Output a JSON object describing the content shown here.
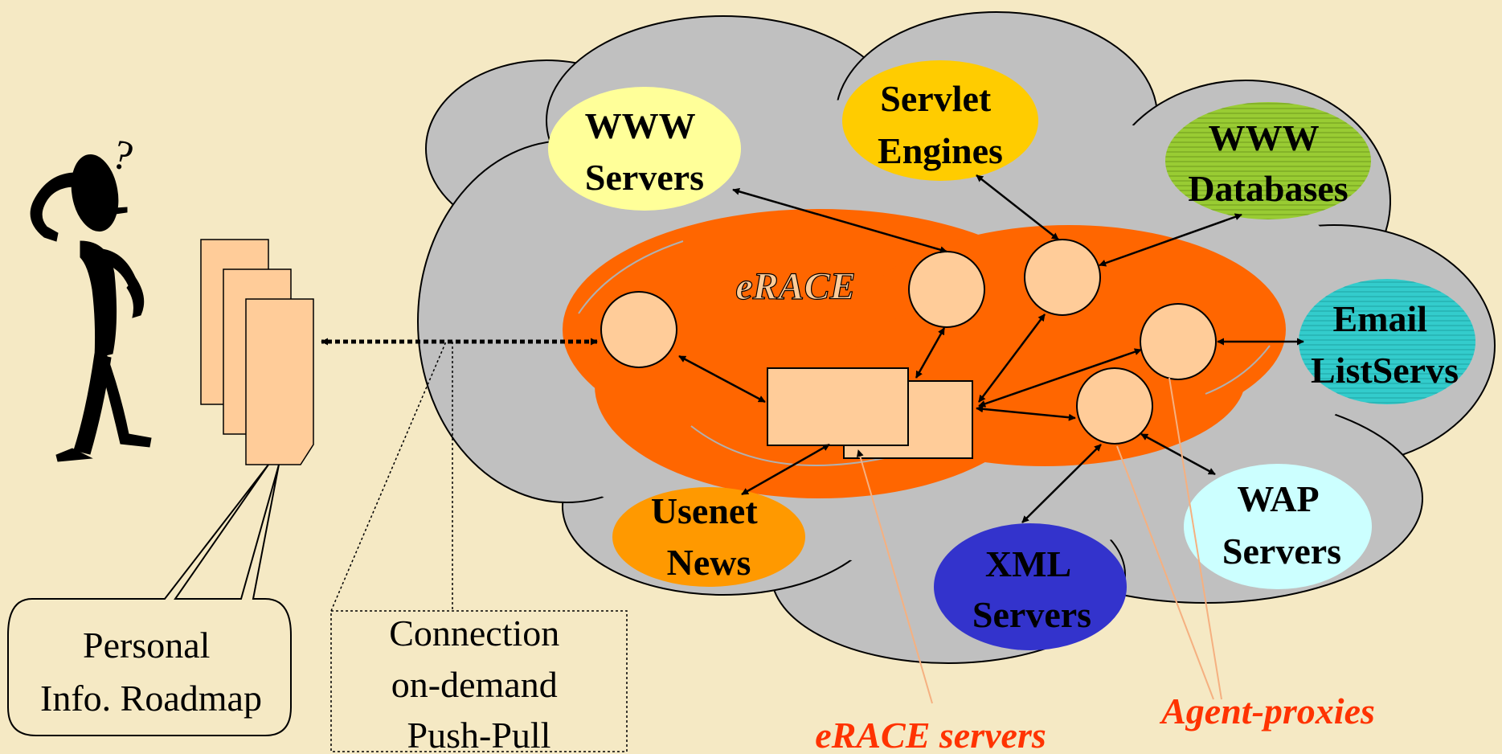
{
  "nodes": {
    "www_servers": [
      "WWW",
      "Servers"
    ],
    "servlet_engines": [
      "Servlet",
      "Engines"
    ],
    "www_databases": [
      "WWW",
      "Databases"
    ],
    "email_listservs": [
      "Email",
      "ListServs"
    ],
    "wap_servers": [
      "WAP",
      "Servers"
    ],
    "xml_servers": [
      "XML",
      "Servers"
    ],
    "usenet_news": [
      "Usenet",
      "News"
    ]
  },
  "erace_label": "eRACE",
  "callouts": {
    "personal_roadmap": [
      "Personal",
      "Info. Roadmap"
    ],
    "connection": [
      "Connection",
      "on-demand",
      "Push-Pull"
    ]
  },
  "annotations": {
    "erace_servers": "eRACE servers",
    "agent_proxies": "Agent-proxies"
  },
  "colors": {
    "background": "#f5e9c4",
    "cloud": "#c0c0c0",
    "erace_region": "#ff6600",
    "agent_node": "#ffcc99",
    "www_servers": "#ffff99",
    "servlet_engines": "#ffcc00",
    "www_databases": "#99cc33",
    "email_listservs": "#33cccc",
    "wap_servers": "#ccffff",
    "xml_servers": "#3333cc",
    "usenet_news": "#ff9900",
    "annotation_text": "#ff3300"
  }
}
